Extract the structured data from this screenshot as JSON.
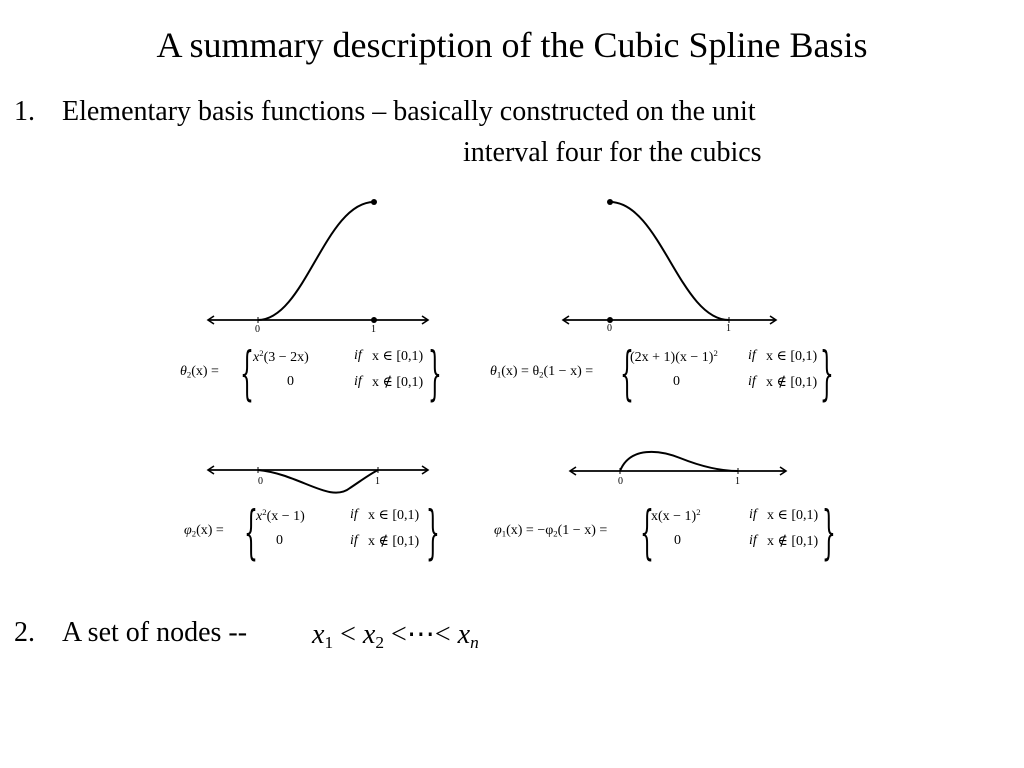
{
  "title": "A summary description of the Cubic Spline Basis",
  "item1": {
    "number": "1.",
    "line1": "Elementary basis functions – basically constructed on the unit",
    "line2": "interval four for the cubics"
  },
  "graphs": {
    "tick_0": "0",
    "tick_1": "1"
  },
  "eq_theta2": {
    "lhs_func": "θ",
    "lhs_sub": "2",
    "lhs_arg": "(x) =",
    "case1_expr": "3 − 2x",
    "case1_pow": "2",
    "case1_base": "x",
    "case1_cond_if": "if",
    "case1_cond": "x ∈ [0,1)",
    "case2_expr": "0",
    "case2_cond_if": "if",
    "case2_cond": "x ∉ [0,1)"
  },
  "eq_theta1": {
    "lhs": "θ",
    "lhs_sub1": "1",
    "lhs_mid": "(x) = θ",
    "lhs_sub2": "2",
    "lhs_tail": "(1 − x) =",
    "case1_expr": "(2x + 1)(x − 1)",
    "case1_pow": "2",
    "case1_cond_if": "if",
    "case1_cond": "x ∈ [0,1)",
    "case2_expr": "0",
    "case2_cond_if": "if",
    "case2_cond": "x ∉ [0,1)"
  },
  "eq_phi2": {
    "lhs_func": "φ",
    "lhs_sub": "2",
    "lhs_arg": "(x) =",
    "case1_base": "x",
    "case1_pow": "2",
    "case1_expr": "(x − 1)",
    "case1_cond_if": "if",
    "case1_cond": "x ∈ [0,1)",
    "case2_expr": "0",
    "case2_cond_if": "if",
    "case2_cond": "x ∉ [0,1)"
  },
  "eq_phi1": {
    "lhs": "φ",
    "lhs_sub1": "1",
    "lhs_mid": "(x) = −φ",
    "lhs_sub2": "2",
    "lhs_tail": "(1 − x) =",
    "case1_expr": "x(x − 1)",
    "case1_pow": "2",
    "case1_cond_if": "if",
    "case1_cond": "x ∈ [0,1)",
    "case2_expr": "0",
    "case2_cond_if": "if",
    "case2_cond": "x ∉ [0,1)"
  },
  "item2": {
    "number": "2.",
    "text": "A set of nodes --",
    "x": "x",
    "sub1": "1",
    "lt": "<",
    "sub2": "2",
    "dots": "⋯",
    "subn": "n"
  }
}
